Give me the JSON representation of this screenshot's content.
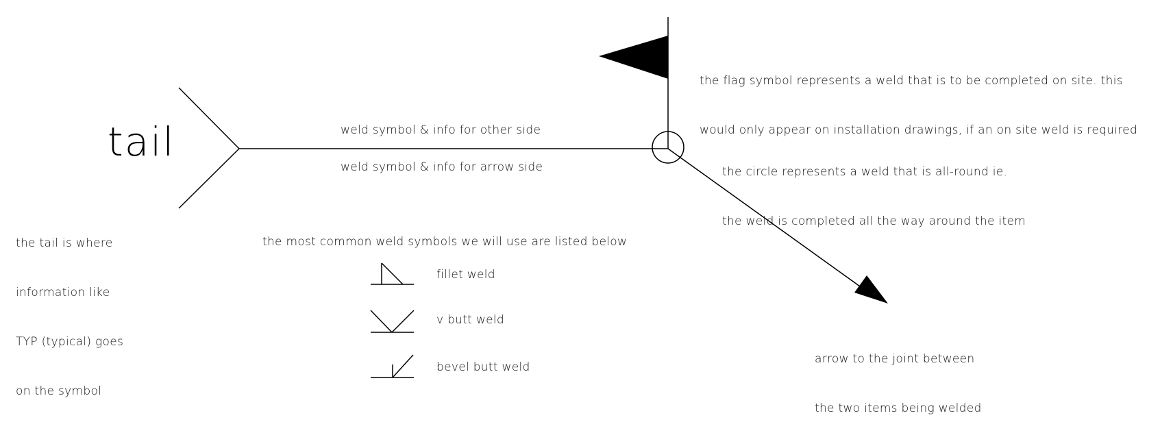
{
  "diagram": {
    "tail_label": "tail",
    "flag_note": {
      "line1": "the flag symbol represents a weld that is to be completed on site. this",
      "line2": "would only appear on installation drawings, if an on site weld is required"
    },
    "circle_note": {
      "line1": "the circle represents a weld that is all-round ie.",
      "line2": "the weld is completed all the way around the item"
    },
    "other_side_label": "weld symbol & info for other side",
    "arrow_side_label": "weld symbol & info for arrow side",
    "tail_note": {
      "line1": "the tail is where",
      "line2": "information like",
      "line3": "TYP (typical) goes",
      "line4": "on the symbol"
    },
    "common_symbols_heading": "the most common weld symbols we will use are listed below",
    "arrow_note": {
      "line1": "arrow to the joint between",
      "line2": "the two items being welded"
    },
    "symbols": [
      {
        "label": "fillet weld",
        "icon": "fillet-weld-icon"
      },
      {
        "label": "v butt weld",
        "icon": "v-butt-weld-icon"
      },
      {
        "label": "bevel butt weld",
        "icon": "bevel-butt-weld-icon"
      }
    ]
  }
}
